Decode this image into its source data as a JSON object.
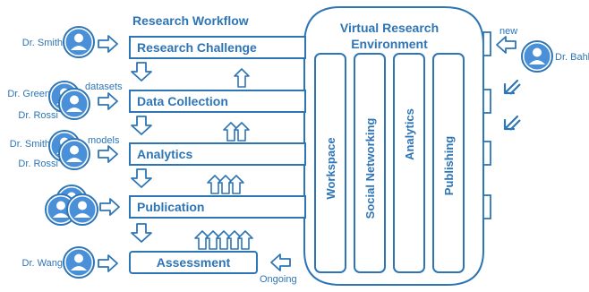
{
  "workflow": {
    "title": "Research Workflow",
    "stages": [
      "Research Challenge",
      "Data Collection",
      "Analytics",
      "Publication",
      "Assessment"
    ]
  },
  "vre": {
    "title_line1": "Virtual Research",
    "title_line2": "Environment",
    "columns": [
      "Workspace",
      "Social Networking",
      "Analytics",
      "Publishing"
    ]
  },
  "people": {
    "smith1": "Dr. Smith",
    "green": "Dr. Green",
    "rossi1": "Dr. Rossi",
    "smith2": "Dr. Smith",
    "rossi2": "Dr. Rossi",
    "wang": "Dr. Wang",
    "bahl": "Dr. Bahl"
  },
  "annotations": {
    "datasets": "datasets",
    "models": "models",
    "new": "new",
    "ongoing": "Ongoing"
  },
  "colors": {
    "primary": "#2e75b6",
    "icon_fill": "#4a90d9"
  }
}
